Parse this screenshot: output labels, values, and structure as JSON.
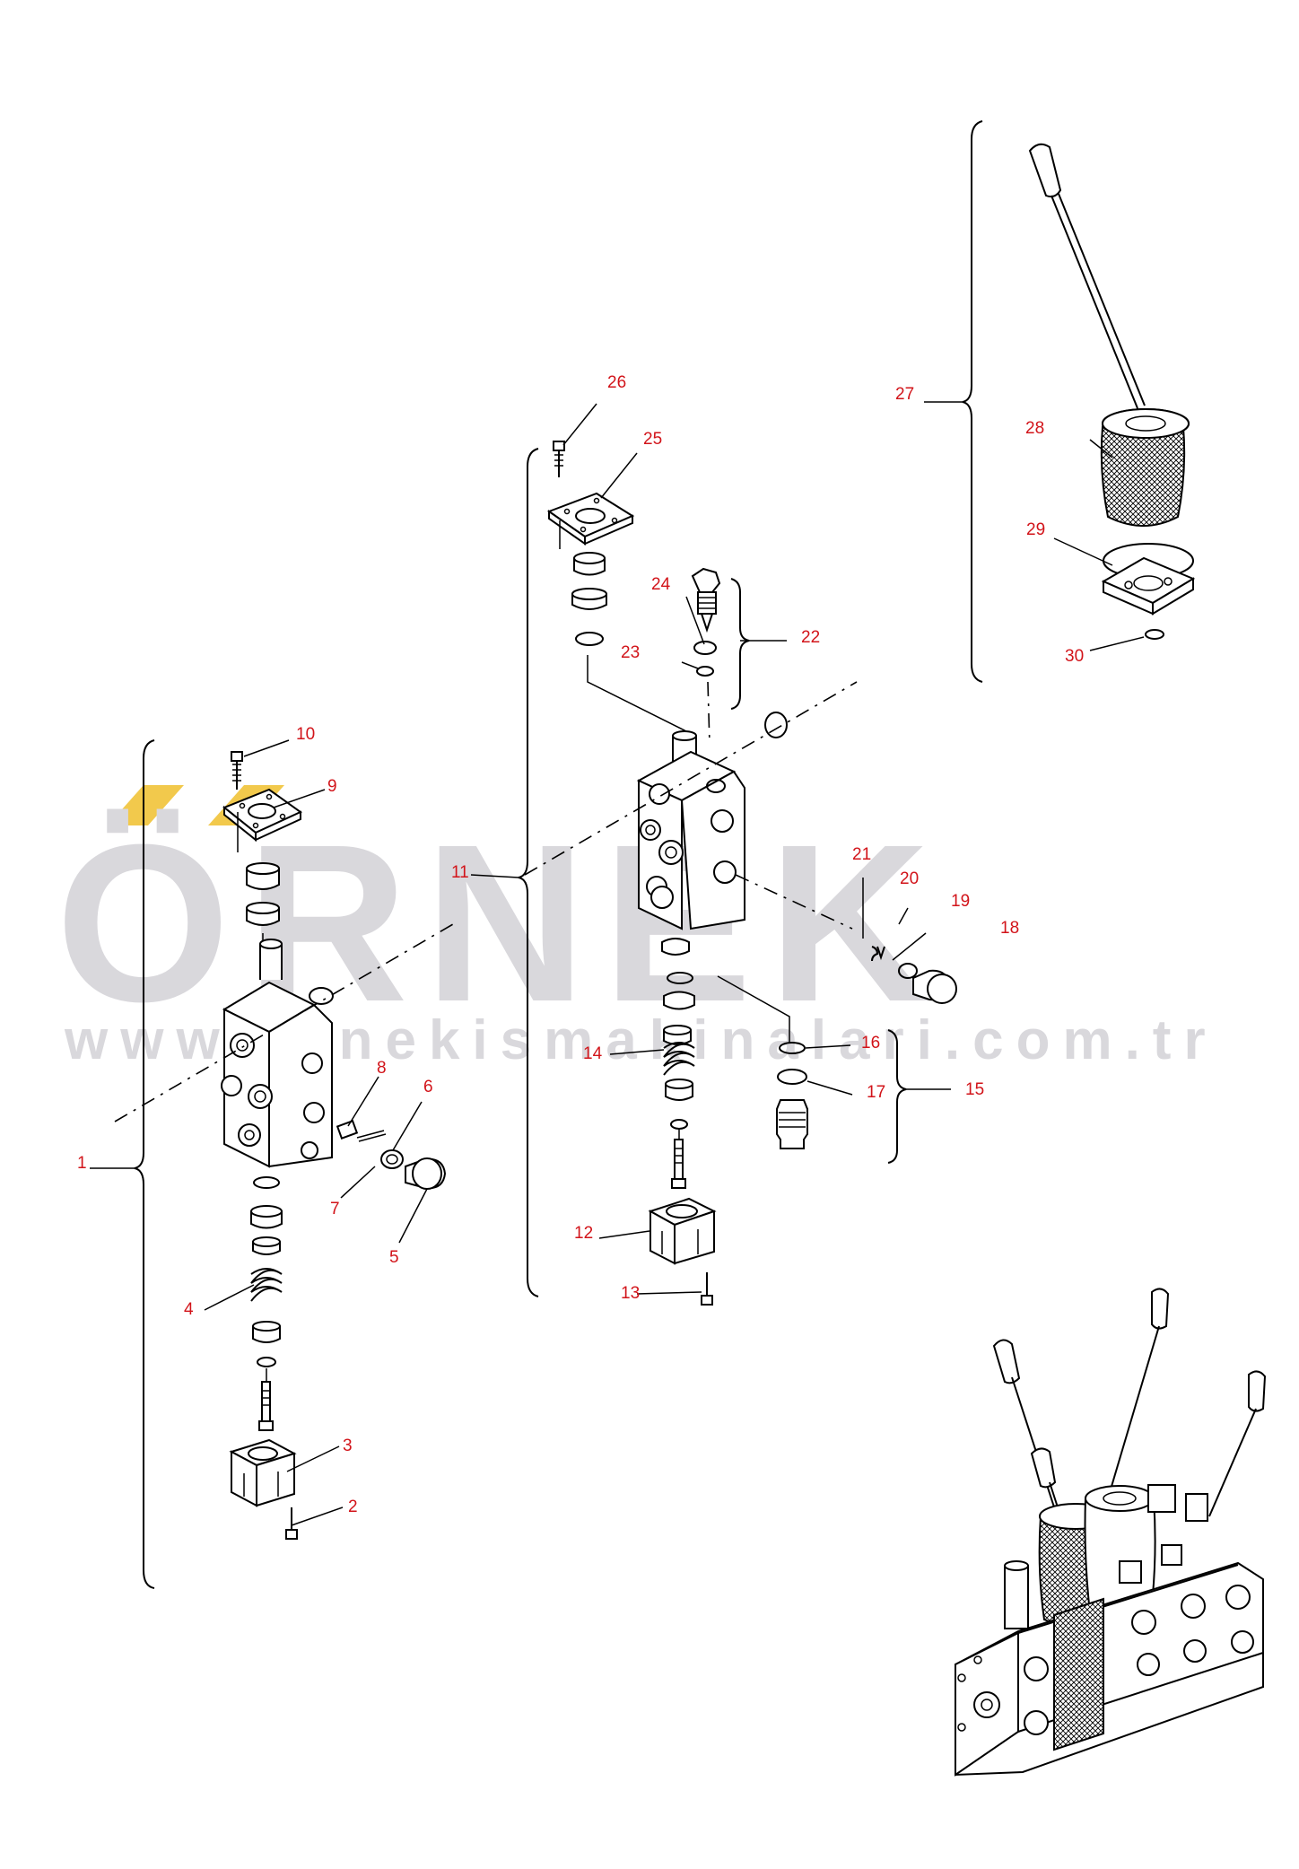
{
  "watermark": {
    "brand": "ÖRNEK",
    "url": "www.ornekismakinalari.com.tr",
    "accent_color": "#f2c94c",
    "text_color": "#d9d8dc"
  },
  "label_color": "#d2141a",
  "callouts": [
    {
      "id": "1"
    },
    {
      "id": "2"
    },
    {
      "id": "3"
    },
    {
      "id": "4"
    },
    {
      "id": "5"
    },
    {
      "id": "6"
    },
    {
      "id": "7"
    },
    {
      "id": "8"
    },
    {
      "id": "9"
    },
    {
      "id": "10"
    },
    {
      "id": "11"
    },
    {
      "id": "12"
    },
    {
      "id": "13"
    },
    {
      "id": "14"
    },
    {
      "id": "15"
    },
    {
      "id": "16"
    },
    {
      "id": "17"
    },
    {
      "id": "18"
    },
    {
      "id": "19"
    },
    {
      "id": "20"
    },
    {
      "id": "21"
    },
    {
      "id": "22"
    },
    {
      "id": "23"
    },
    {
      "id": "24"
    },
    {
      "id": "25"
    },
    {
      "id": "26"
    },
    {
      "id": "27"
    },
    {
      "id": "28"
    },
    {
      "id": "29"
    },
    {
      "id": "30"
    }
  ]
}
